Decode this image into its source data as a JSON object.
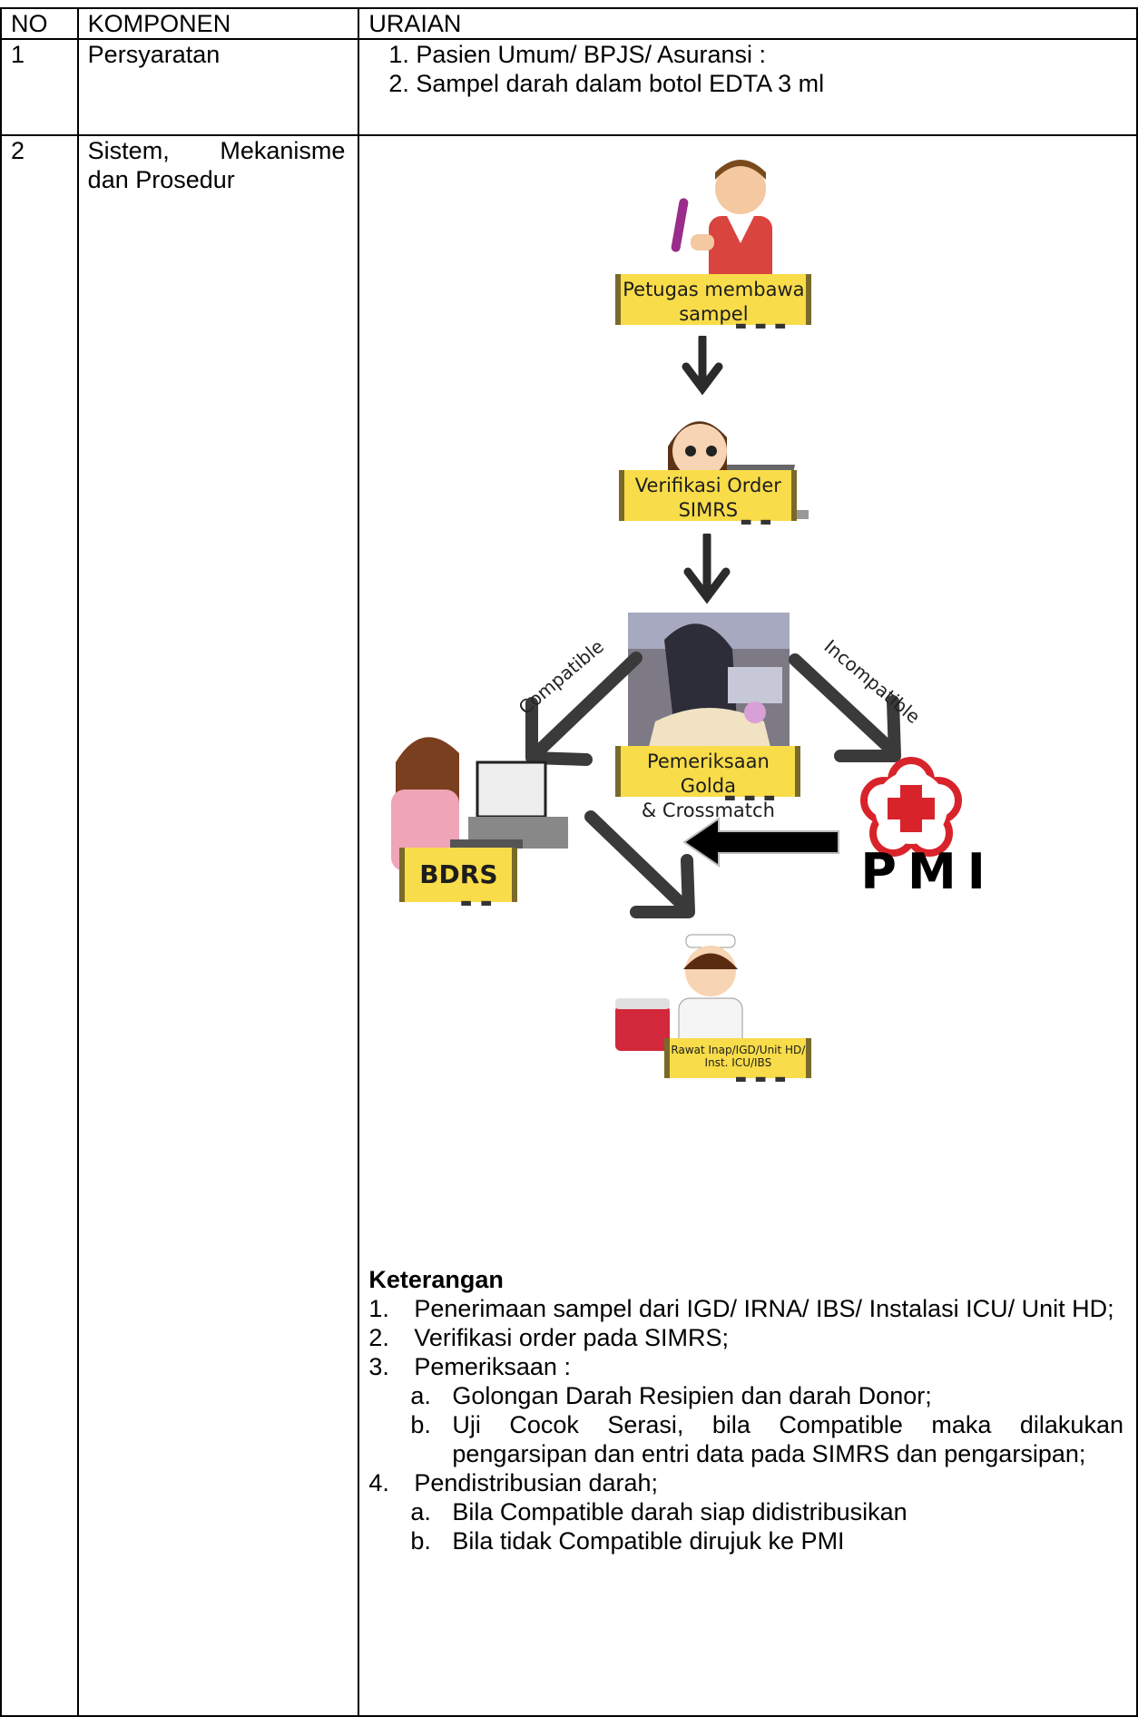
{
  "header": {
    "no": "NO",
    "komponen": "KOMPONEN",
    "uraian": "URAIAN"
  },
  "rows": [
    {
      "no": "1",
      "komponen": "Persyaratan",
      "items": [
        "1.  Pasien Umum/ BPJS/ Asuransi :",
        "2.  Sampel darah dalam botol EDTA 3 ml"
      ]
    },
    {
      "no": "2",
      "komponen_a": "Sistem,",
      "komponen_b": "Mekanisme",
      "komponen_c": "dan Prosedur"
    }
  ],
  "flow": {
    "step1": {
      "line1": "Petugas membawa",
      "line2": "sampel"
    },
    "step2": {
      "line1": "Verifikasi Order",
      "line2": "SIMRS"
    },
    "step3": {
      "line1": "Pemeriksaan Golda",
      "line2": "& Crossmatch"
    },
    "compatible": "Compatible",
    "incompatible": "Incompatible",
    "bdrs": "BDRS",
    "pmi": "PMI",
    "final": {
      "line1": "Rawat Inap/IGD/Unit HD/",
      "line2": "Inst. ICU/IBS"
    }
  },
  "keterangan": {
    "title": "Keterangan",
    "items": [
      {
        "n": "1.",
        "text": "Penerimaan sampel  dari IGD/ IRNA/ IBS/ Instalasi ICU/ Unit HD;"
      },
      {
        "n": "2.",
        "text": "Verifikasi order pada SIMRS;"
      },
      {
        "n": "3.",
        "text": "Pemeriksaan :"
      },
      {
        "n": "4.",
        "text": "Pendistribusian darah;"
      }
    ],
    "sub3": [
      {
        "n": "a.",
        "text": " Golongan Darah Resipien dan darah Donor;"
      },
      {
        "n": "b.",
        "text": "Uji Cocok Serasi, bila Compatible maka dilakukan pengarsipan dan entri data pada SIMRS dan pengarsipan;"
      }
    ],
    "sub4": [
      {
        "n": "a.",
        "text": "Bila Compatible darah siap didistribusikan"
      },
      {
        "n": "b.",
        "text": "Bila tidak Compatible dirujuk ke PMI"
      }
    ]
  },
  "colors": {
    "label_bg": "#f8dc49",
    "pmi_red": "#d8232a"
  }
}
